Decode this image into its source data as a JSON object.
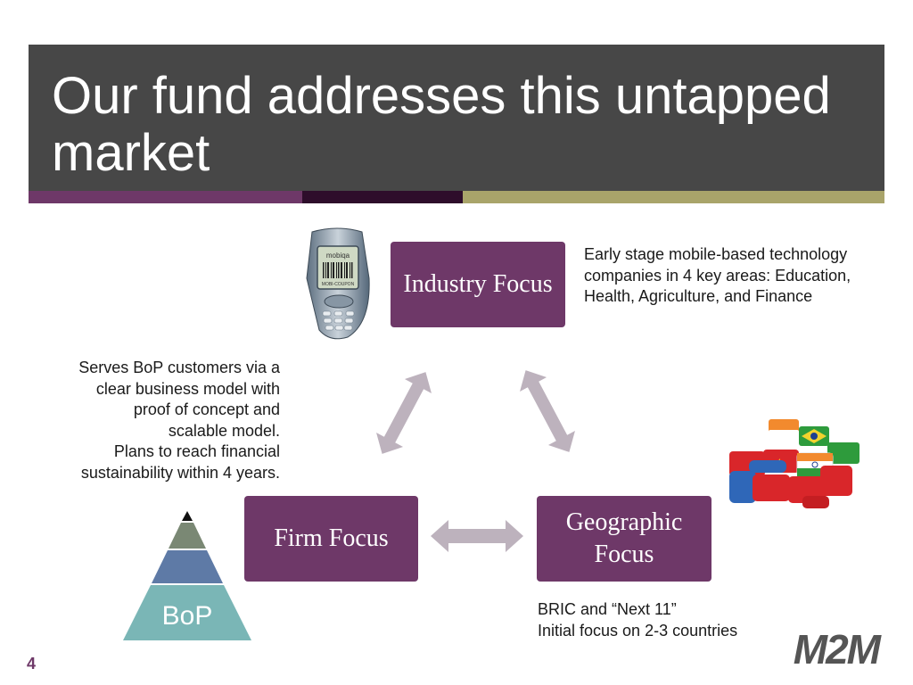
{
  "slide": {
    "title": "Our fund addresses this untapped market",
    "page_number": "4",
    "logo_text": "M2M"
  },
  "boxes": {
    "industry": "Industry Focus",
    "firm": "Firm Focus",
    "geographic": "Geographic Focus"
  },
  "descriptions": {
    "industry": "Early stage mobile-based technology companies in 4 key areas: Education, Health, Agriculture, and Finance",
    "firm_lines": [
      "Serves BoP customers via a",
      "clear business model with",
      "proof of concept and",
      "scalable model.",
      "Plans to reach financial",
      "sustainability within 4 years."
    ],
    "geographic_lines": [
      "BRIC and “Next 11”",
      "Initial focus on 2-3 countries"
    ]
  },
  "phone": {
    "brand": "mobiqa",
    "screen_label": "MOBI-COUPON"
  },
  "pyramid": {
    "base_label": "BoP"
  },
  "colors": {
    "title_bg": "#474747",
    "box_fill": "#6e3868",
    "arrow_fill": "#bdb2bd",
    "stripe_purple": "#6e3868",
    "stripe_dark": "#2e0d2b",
    "stripe_olive": "#a9a46a"
  }
}
